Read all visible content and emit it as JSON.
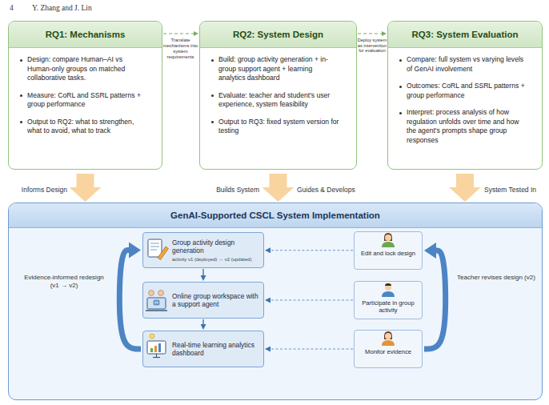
{
  "diagram": {
    "nodes": [
      {
        "text": [
          "RQ1: Mechanisms",
          "Design: compare Human–AI vs Human-only groups on matched collaborative tasks.",
          "Measure: CoRL and SSRL patterns + group performance",
          "Output to RQ2: what to strengthen, what to avoid, what to track"
        ]
      },
      {
        "text": [
          "RQ2: System Design",
          "Build: group activity generation + in-group support agent + learning analytics dashboard",
          "Evaluate: teacher and student's user experience, system feasibility",
          "Output to RQ3: fixed system version for testing"
        ]
      },
      {
        "text": [
          "RQ3: System Evaluation",
          "Compare: full system vs varying levels of GenAI involvement",
          "Outcomes: CoRL and SSRL patterns + group performance",
          "Interpret: process analysis of how regulation unfolds over time and how the agent's prompts shape group responses"
        ]
      },
      {
        "text": [
          "GenAI-Supported CSCL System Implementation"
        ]
      },
      {
        "text": [
          "Group activity design generation",
          "activity v1 (deployed) → v2 (updated)"
        ],
        "in": 3
      },
      {
        "text": [
          "Edit and lock design"
        ],
        "in": 3
      },
      {
        "text": [
          "Online group workspace with a support agent"
        ],
        "in": 3
      },
      {
        "text": [
          "Participate in group activity"
        ],
        "in": 3
      },
      {
        "text": [
          "Real-time learning analytics dashboard"
        ],
        "in": 3
      },
      {
        "text": [
          "Monitor evidence"
        ],
        "in": 3
      }
    ],
    "edges": [
      {
        "from": 0,
        "to": 1,
        "label": "Translate mechanisms into system requirements",
        "arrow": "to"
      },
      {
        "from": 1,
        "to": 2,
        "label": "Deploy system as intervention for evaluation",
        "arrow": "to"
      },
      {
        "from": 0,
        "to": 3,
        "label": "Informs Design",
        "arrow": "to"
      },
      {
        "from": 1,
        "to": 3,
        "label": "Builds System",
        "arrow": "to"
      },
      {
        "from": 2,
        "to": 3,
        "label": "System Tested In",
        "arrow": "to"
      },
      {
        "from": 4,
        "to": 6,
        "arrow": "to"
      },
      {
        "from": 6,
        "to": 8,
        "arrow": "to"
      },
      {
        "from": 5,
        "to": 4,
        "arrow": "to"
      },
      {
        "from": 7,
        "to": 6,
        "arrow": "to"
      },
      {
        "from": 9,
        "to": 8,
        "arrow": "to"
      },
      {
        "from": 8,
        "to": 4,
        "label": "Evidence-informed redesign (v1 → v2)",
        "arrow": "to"
      },
      {
        "from": 9,
        "to": 5,
        "label": "Teacher revises design (v2)",
        "arrow": "to"
      }
    ],
    "labels": [
      "4",
      "Y. Zhang and J. Lin",
      "Guides & Develops"
    ]
  }
}
